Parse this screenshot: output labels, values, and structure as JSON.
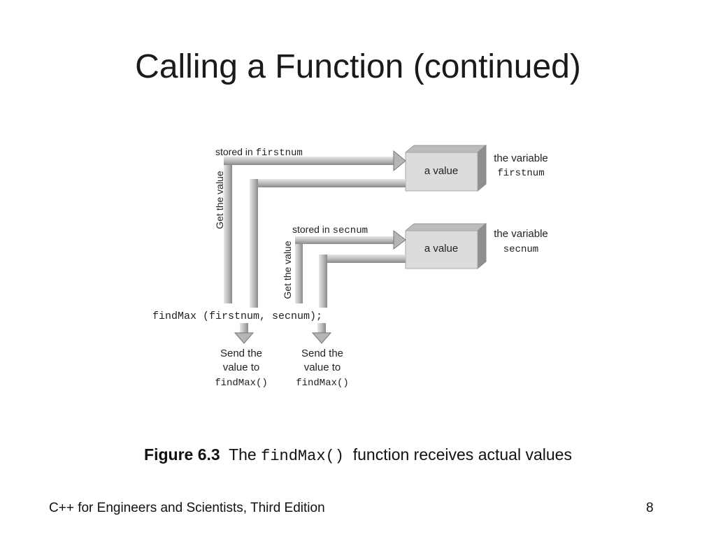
{
  "slide": {
    "title": "Calling a Function (continued)",
    "footer_left": "C++ for Engineers and Scientists, Third Edition",
    "page_number": "8"
  },
  "diagram": {
    "path1": {
      "stored_prefix": "stored in ",
      "stored_var": "firstnum",
      "get_label": "Get the value",
      "box_label": "a value",
      "var_text": "the variable",
      "var_name": "firstnum",
      "send_line1": "Send the",
      "send_line2": "value to",
      "send_line3": "findMax()"
    },
    "path2": {
      "stored_prefix": "stored in ",
      "stored_var": "secnum",
      "get_label": "Get the value",
      "box_label": "a value",
      "var_text": "the variable",
      "var_name": "secnum",
      "send_line1": "Send the",
      "send_line2": "value to",
      "send_line3": "findMax()"
    },
    "call_statement": "findMax (firstnum, secnum);"
  },
  "caption": {
    "figure_label": "Figure 6.3",
    "text_pre": "The",
    "code": "findMax()",
    "text_post": "function receives actual values"
  }
}
